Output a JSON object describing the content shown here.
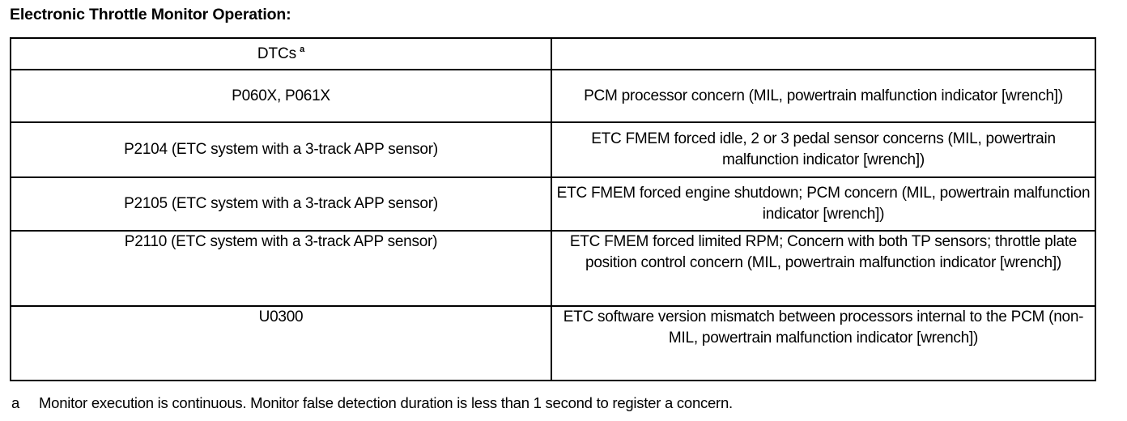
{
  "document": {
    "title": "Electronic Throttle Monitor Operation:"
  },
  "table": {
    "headers": {
      "dtcs": "DTCs",
      "dtcs_footnote_mark": "a",
      "description": ""
    },
    "rows": [
      {
        "dtc": "P060X, P061X",
        "description": "PCM processor concern (MIL, powertrain malfunction indicator [wrench])"
      },
      {
        "dtc": "P2104 (ETC system with a 3-track APP sensor)",
        "description": "ETC FMEM  forced idle, 2 or 3 pedal sensor concerns (MIL, powertrain malfunction indicator [wrench])"
      },
      {
        "dtc": "P2105 (ETC system with a 3-track APP sensor)",
        "description": "ETC FMEM  forced engine shutdown; PCM concern (MIL, powertrain malfunction indicator [wrench])"
      },
      {
        "dtc": "P2110 (ETC system with a 3-track APP sensor)",
        "description": "ETC FMEM  forced limited RPM; Concern with both TP sensors; throttle plate position control concern (MIL, powertrain malfunction indicator [wrench])"
      },
      {
        "dtc": "U0300",
        "description": "ETC software version mismatch between processors internal to the PCM (non-MIL, powertrain malfunction indicator [wrench])"
      }
    ]
  },
  "footnote": {
    "mark": "a",
    "text": "Monitor execution is continuous. Monitor false detection duration is less than 1 second to register a concern."
  },
  "colors": {
    "ink": "#000000",
    "paper": "#ffffff"
  }
}
